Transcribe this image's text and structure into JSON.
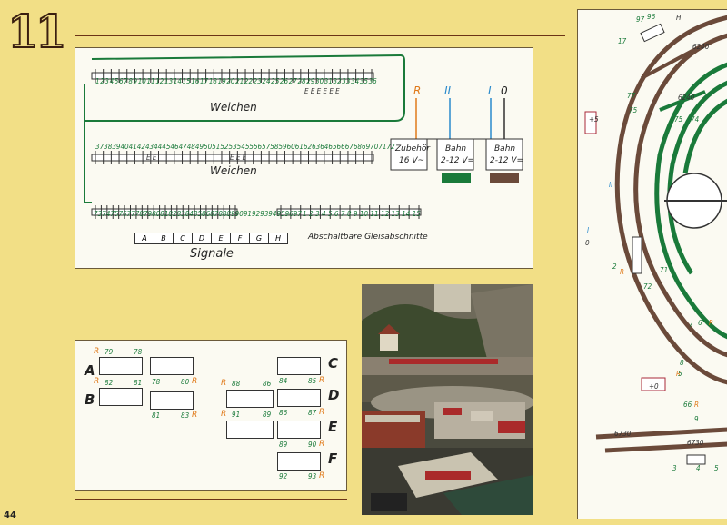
{
  "page": {
    "chapter_number": "11",
    "page_number": "44"
  },
  "terminals_panel": {
    "row1_numbers": [
      "1",
      "2",
      "3",
      "4",
      "5",
      "6",
      "7",
      "8",
      "9",
      "10",
      "11",
      "12",
      "13",
      "14",
      "15",
      "16",
      "17",
      "18",
      "19",
      "20",
      "21",
      "22",
      "23",
      "24",
      "25",
      "26",
      "27",
      "28",
      "29",
      "30",
      "31",
      "32",
      "33",
      "34",
      "35",
      "36"
    ],
    "row1_sub": "E E E E E E",
    "row1_label": "Weichen",
    "row2_numbers": [
      "37",
      "38",
      "39",
      "40",
      "41",
      "42",
      "43",
      "44",
      "45",
      "46",
      "47",
      "48",
      "49",
      "50",
      "51",
      "52",
      "53",
      "54",
      "55",
      "56",
      "57",
      "58",
      "59",
      "60",
      "61",
      "62",
      "63",
      "64",
      "65",
      "66",
      "67",
      "68",
      "69",
      "70",
      "71",
      "72"
    ],
    "row2_sub_a": "E E",
    "row2_sub_b": "E E E",
    "row2_label": "Weichen",
    "row3_numbers": [
      "73",
      "74",
      "75",
      "76",
      "77",
      "78",
      "79",
      "80",
      "81",
      "82",
      "83",
      "84",
      "85",
      "86",
      "87",
      "88",
      "89",
      "90",
      "91",
      "92",
      "93",
      "94",
      "95",
      "96",
      "97"
    ],
    "row3_numbers_b": [
      "1",
      "2",
      "3",
      "4",
      "5",
      "6",
      "7",
      "8",
      "9",
      "10",
      "11",
      "12",
      "13",
      "14",
      "15"
    ],
    "signal_groups": [
      "A",
      "B",
      "C",
      "D",
      "E",
      "F",
      "G",
      "H"
    ],
    "signals_label": "Signale",
    "sections_label": "Abschaltbare Gleisabschnitte",
    "power": {
      "labels_top": [
        "R",
        "II",
        "I",
        "0"
      ],
      "accessory_label": "Zubehör",
      "accessory_voltage": "16 V~",
      "track1_label": "Bahn",
      "track1_voltage": "2-12 V=",
      "track2_label": "Bahn",
      "track2_voltage": "2-12 V="
    }
  },
  "signals_panel": {
    "rows": [
      {
        "letter": "A",
        "left_r": "R",
        "a": "79",
        "b": "78"
      },
      {
        "letter": "B",
        "left_r": "R",
        "a": "82",
        "b": "81"
      }
    ],
    "mid_top": {
      "a": "78",
      "b": "80",
      "r": "R"
    },
    "mid_bottom": {
      "a": "81",
      "b": "83",
      "r": "R"
    },
    "center_top": {
      "r": "R",
      "a": "88",
      "b": "86"
    },
    "center_bottom": {
      "r": "R",
      "a": "91",
      "b": "89"
    },
    "right": [
      {
        "letter": "C",
        "a": "84",
        "b": "85",
        "r": "R"
      },
      {
        "letter": "D",
        "a": "86",
        "b": "87",
        "r": "R"
      },
      {
        "letter": "E",
        "a": "89",
        "b": "90",
        "r": "R"
      },
      {
        "letter": "F",
        "a": "92",
        "b": "93",
        "r": "R"
      }
    ]
  },
  "track_plan": {
    "labels": [
      "97",
      "96",
      "H",
      "17",
      "6240",
      "77",
      "75",
      "6240",
      "75",
      "74",
      "+5",
      "II",
      "I",
      "0",
      "2",
      "R",
      "72",
      "71",
      "7",
      "6",
      "R",
      "8",
      "R",
      "5",
      "+0",
      "66",
      "R",
      "9",
      "6730",
      "6730",
      "3",
      "4",
      "5"
    ]
  },
  "colors": {
    "green": "#1a7a3a",
    "brown": "#6b4a3a",
    "orange": "#e07a1a",
    "blue": "#2a8acc"
  }
}
